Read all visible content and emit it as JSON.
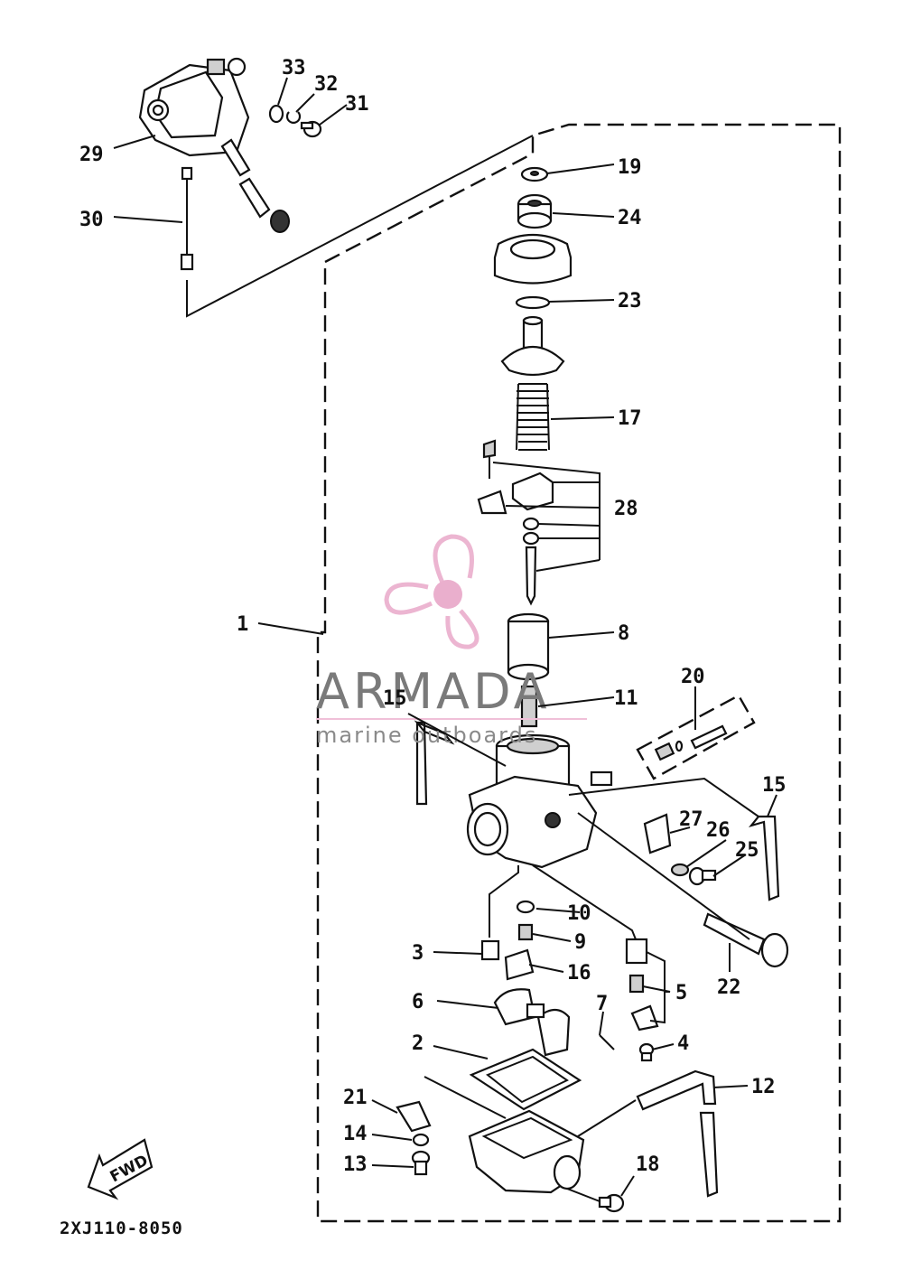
{
  "diagram": {
    "part_code": "2XJ110-8050",
    "direction_label": "FWD",
    "callouts": [
      "33",
      "32",
      "31",
      "29",
      "30",
      "19",
      "24",
      "23",
      "17",
      "28",
      "1",
      "8",
      "11",
      "15",
      "20",
      "15",
      "27",
      "26",
      "25",
      "10",
      "9",
      "3",
      "16",
      "6",
      "5",
      "7",
      "4",
      "22",
      "2",
      "12",
      "21",
      "14",
      "13",
      "18"
    ]
  },
  "watermark": {
    "brand": "ARMADA",
    "tagline": "marine outboards",
    "colors": {
      "logo": "#e9a9c9",
      "logo_center": "#e7a2c5",
      "text": "#7a7a7a"
    }
  }
}
